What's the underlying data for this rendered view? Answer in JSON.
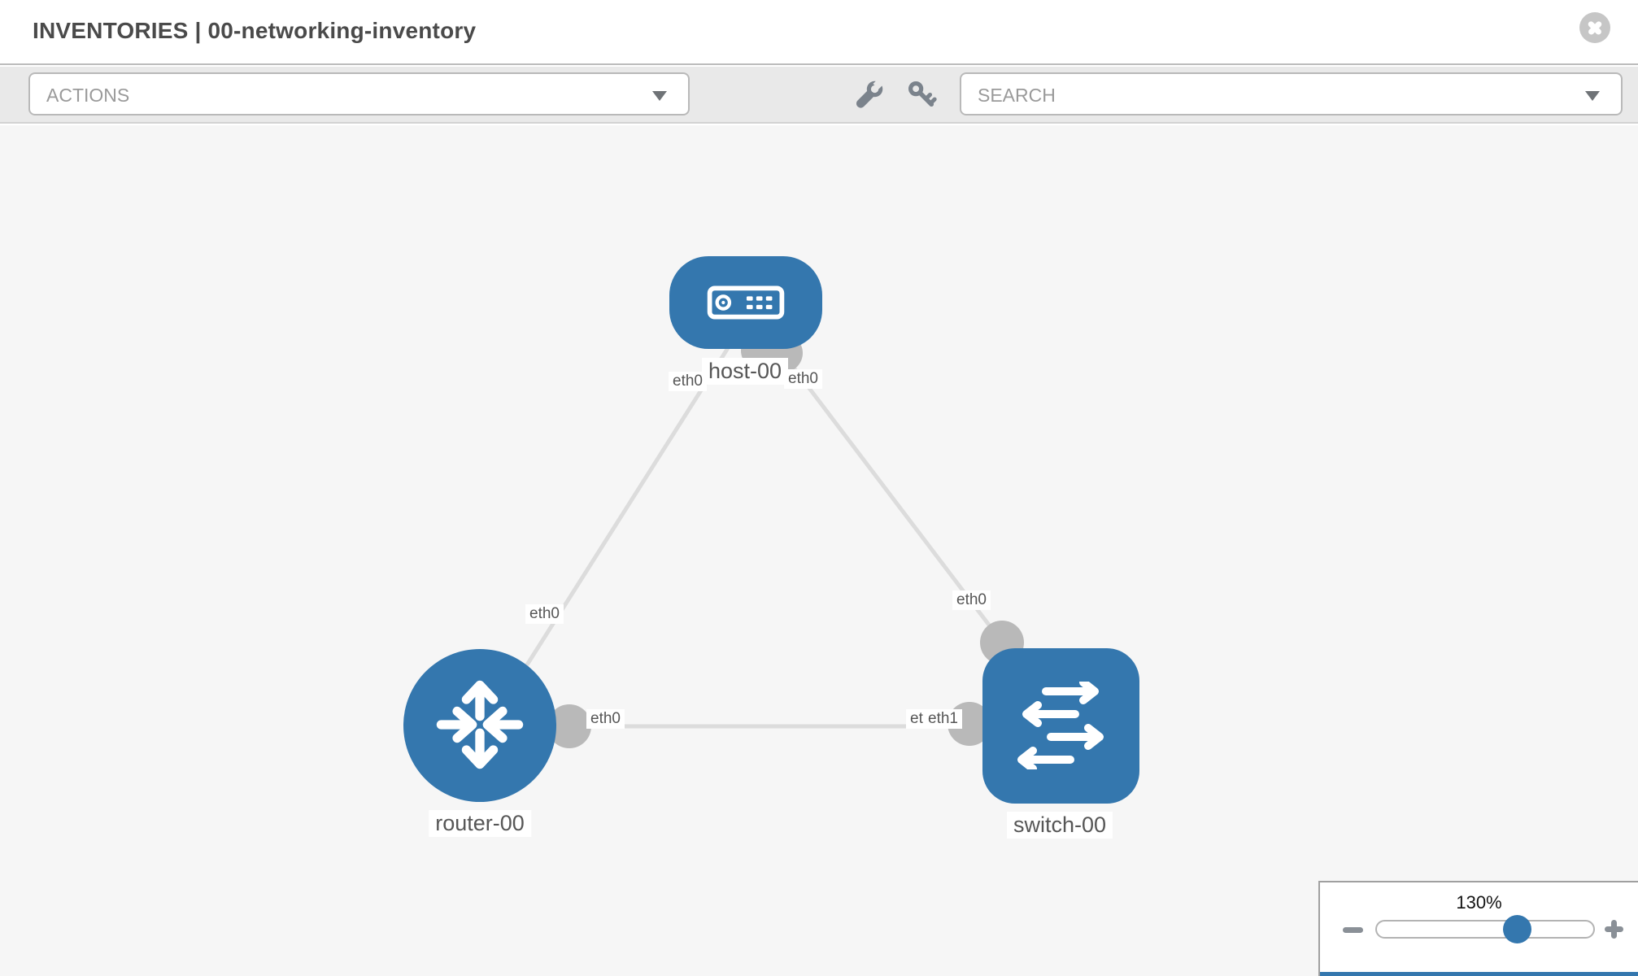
{
  "header": {
    "title": "INVENTORIES | 00-networking-inventory"
  },
  "toolbar": {
    "actions_label": "ACTIONS",
    "search_placeholder": "SEARCH"
  },
  "topology": {
    "nodes": [
      {
        "label": "host-00",
        "type": "host"
      },
      {
        "label": "router-00",
        "type": "router"
      },
      {
        "label": "switch-00",
        "type": "switch"
      }
    ],
    "interface_labels": {
      "host_left": "eth0",
      "host_right": "eth0",
      "router_top": "eth0",
      "router_right": "eth0",
      "switch_top": "eth0",
      "switch_left_under": "eth0",
      "switch_left": "eth1"
    },
    "links": [
      {
        "from": "host-00",
        "from_interface": "eth0",
        "to": "router-00",
        "to_interface": "eth0"
      },
      {
        "from": "host-00",
        "from_interface": "eth0",
        "to": "switch-00",
        "to_interface": "eth0"
      },
      {
        "from": "router-00",
        "from_interface": "eth0",
        "to": "switch-00",
        "to_interface": "eth1"
      }
    ]
  },
  "zoom_control": {
    "level": "130%"
  },
  "colors": {
    "node_blue": "#3477ae",
    "edge_gray": "#dcdcdc",
    "connector_gray": "#b9b9b9",
    "canvas_bg": "#f6f6f6",
    "toolbar_bg": "#e9e9e9"
  }
}
